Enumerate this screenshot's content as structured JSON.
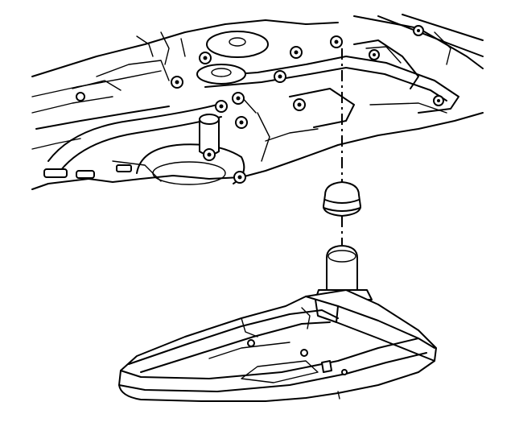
{
  "figure": {
    "kind": "exploded-view line drawing",
    "parts": [
      "transmission-case-underside",
      "filter-seal",
      "transmission-fluid-filter"
    ],
    "colors": {
      "line": "#000000",
      "background": "#ffffff"
    }
  }
}
